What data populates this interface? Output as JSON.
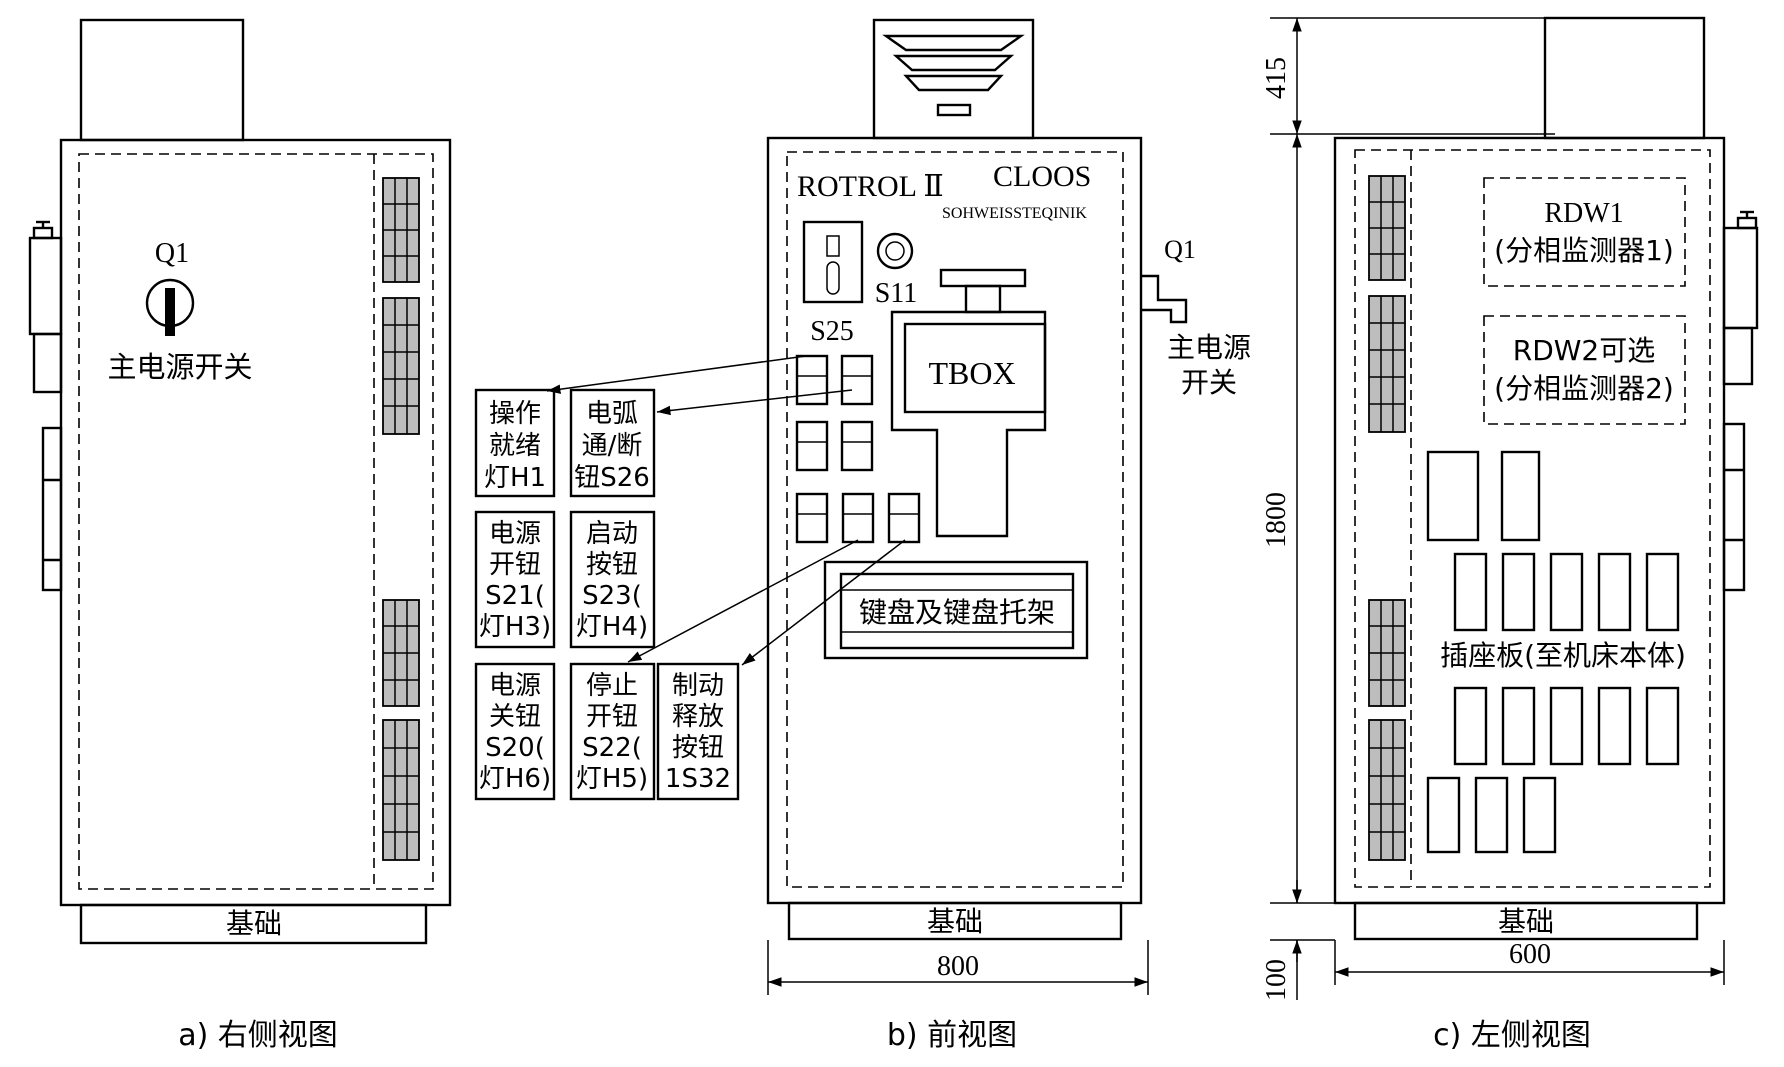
{
  "right_view": {
    "q1_label": "Q1",
    "main_switch_label": "主电源开关",
    "base_label": "基础",
    "caption": "a) 右侧视图"
  },
  "front_view": {
    "rotrol_label": "ROTROL Ⅱ",
    "cloos_label": "CLOOS",
    "cloos_sub": "SOHWEISSTEQINIK",
    "s11_label": "S11",
    "s25_label": "S25",
    "tbox_label": "TBOX",
    "q1_label": "Q1",
    "main_switch_line1": "主电源",
    "main_switch_line2": "开关",
    "keyboard_label": "键盘及键盘托架",
    "base_label": "基础",
    "width_dim": "800",
    "caption": "b) 前视图"
  },
  "callouts": {
    "h1": [
      "操作",
      "就绪",
      "灯H1"
    ],
    "s26": [
      "电弧",
      "通/断",
      "钮S26"
    ],
    "s21": [
      "电源",
      "开钮",
      "S21(",
      "灯H3)"
    ],
    "s23": [
      "启动",
      "按钮",
      "S23(",
      "灯H4)"
    ],
    "s20": [
      "电源",
      "关钮",
      "S20(",
      "灯H6)"
    ],
    "s22": [
      "停止",
      "开钮",
      "S22(",
      "灯H5)"
    ],
    "s32": [
      "制动",
      "释放",
      "按钮",
      "1S32"
    ]
  },
  "left_view": {
    "rdw1_line1": "RDW1",
    "rdw1_line2": "(分相监测器1)",
    "rdw2_line1": "RDW2可选",
    "rdw2_line2": "(分相监测器2)",
    "socket_label": "插座板(至机床本体)",
    "base_label": "基础",
    "width_dim": "600",
    "caption": "c) 左侧视图"
  },
  "dimensions": {
    "top": "415",
    "middle": "1800",
    "bottom": "100"
  }
}
